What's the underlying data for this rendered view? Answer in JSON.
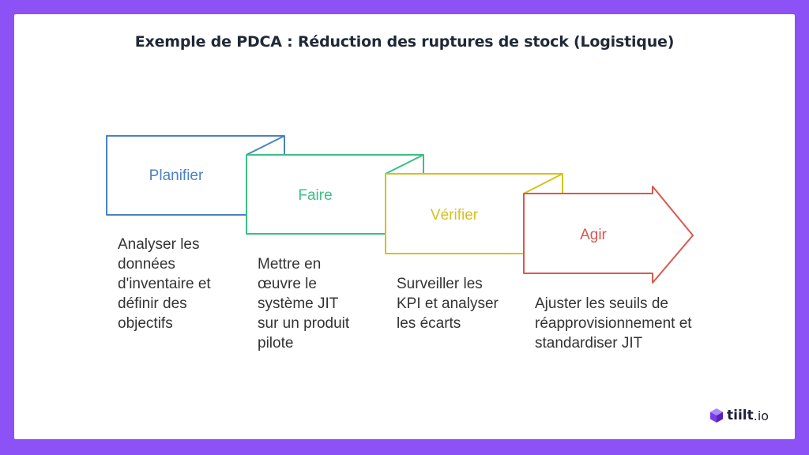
{
  "title": "Exemple de PDCA : Réduction des ruptures de stock (Logistique)",
  "colors": {
    "frame": "#8c52f5",
    "plan": "#4a82c3",
    "do": "#3cbf84",
    "check": "#d4c21c",
    "act": "#d9584e",
    "text": "#333333"
  },
  "steps": [
    {
      "label": "Planifier",
      "description": "Analyser les\ndonnées\nd'inventaire et\ndéfinir des\nobjectifs"
    },
    {
      "label": "Faire",
      "description": "Mettre en\nœuvre le\nsystème JIT\nsur un produit\npilote"
    },
    {
      "label": "Vérifier",
      "description": "Surveiller les\nKPI et analyser\nles écarts"
    },
    {
      "label": "Agir",
      "description": "Ajuster les seuils de\nréapprovisionnement et\nstandardiser JIT"
    }
  ],
  "brand": {
    "icon": "cube-icon",
    "name": "tiilt",
    "tld": ".io"
  }
}
